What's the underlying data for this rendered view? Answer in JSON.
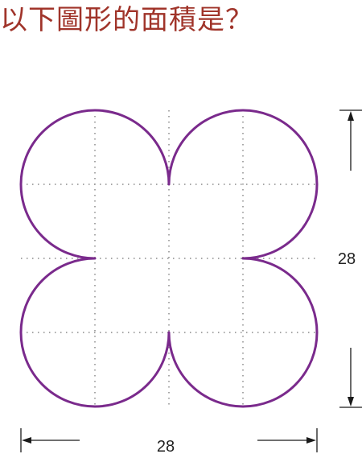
{
  "question": "以下圖形的面積是？",
  "dimensions": {
    "width_label": "28",
    "height_label": "28"
  },
  "colors": {
    "question": "#a0342a",
    "outline": "#7a2a8c",
    "grid": "#8a8a8a",
    "arrow": "#1a1a1a"
  }
}
